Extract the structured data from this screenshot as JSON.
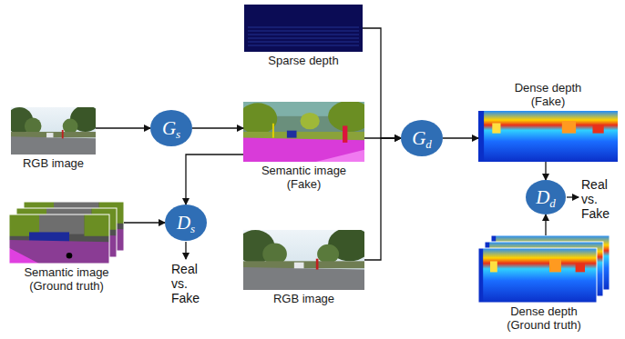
{
  "diagram": {
    "nodes": [
      {
        "text": [
          "Sparse depth"
        ]
      },
      {
        "text": [
          "RGB image"
        ]
      },
      {
        "text": [
          "G",
          "s"
        ]
      },
      {
        "text": [
          "Semantic image (Fake)"
        ]
      },
      {
        "text": [
          "G",
          "d"
        ]
      },
      {
        "text": [
          "Dense depth (Fake)"
        ]
      },
      {
        "text": [
          "Semantic image (Ground truth)"
        ]
      },
      {
        "text": [
          "D",
          "s"
        ]
      },
      {
        "text": [
          "D",
          "d"
        ]
      },
      {
        "text": [
          "RGB image"
        ]
      },
      {
        "text": [
          "Dense depth (Ground truth)"
        ]
      }
    ],
    "edges": [
      {
        "from": 1,
        "to": 2,
        "arrow": "to"
      },
      {
        "from": 2,
        "to": 3,
        "arrow": "to"
      },
      {
        "from": 0,
        "to": 4,
        "arrow": "to"
      },
      {
        "from": 3,
        "to": 4,
        "arrow": "to"
      },
      {
        "from": 9,
        "to": 4,
        "arrow": "to"
      },
      {
        "from": 3,
        "to": 7,
        "arrow": "to"
      },
      {
        "from": 6,
        "to": 7,
        "arrow": "to"
      },
      {
        "from": 4,
        "to": 5,
        "arrow": "to"
      },
      {
        "from": 5,
        "to": 8,
        "arrow": "to"
      },
      {
        "from": 10,
        "to": 8,
        "arrow": "to"
      }
    ],
    "labels": [
      "Real vs. Fake",
      "Real vs. Fake"
    ]
  }
}
